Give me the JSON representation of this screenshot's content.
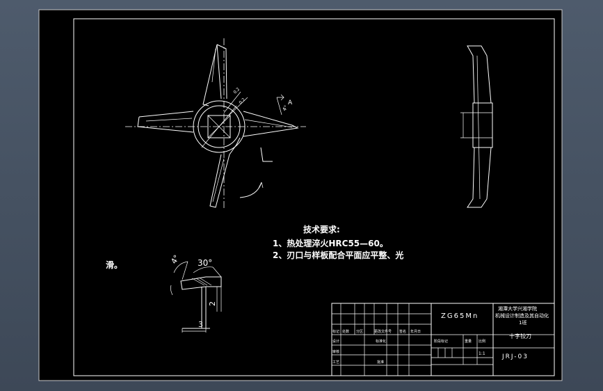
{
  "tech": {
    "heading": "技术要求:",
    "line1": "1、热处理淬火HRC55—60。",
    "line2": "2、刃口与样板配合平面应平整、光",
    "line2_cont": "滑。"
  },
  "dims": {
    "angle_30": "30°",
    "angle_4": "4°",
    "dim_2": "2",
    "dim_3": "3",
    "chamfer_a": "0.2",
    "chamfer_b": "0.2",
    "section_label": "A"
  },
  "title_block": {
    "material": "ZG65Mn",
    "school_l1": "湘潭大学兴湘学院",
    "school_l2": "机械设计制造及其自动化",
    "school_l3": "1班",
    "part_name": "十字铰刀",
    "drawing_no": "JRJ-03",
    "scale": "1:1",
    "headers_row1": [
      "标记",
      "处数",
      "分区",
      "更改文件号",
      "签名",
      "年月日"
    ],
    "row2_left": "设计",
    "row2_std": "标准化",
    "row2_stage": "阶段标记",
    "row2_weight": "重量",
    "row2_ratio": "比例",
    "row3_check": "审核",
    "row4_proc": "工艺",
    "row4_approve": "批准"
  },
  "colors": {
    "background": "#4e5b6c",
    "sheet": "#000000",
    "line": "#ffffff"
  }
}
